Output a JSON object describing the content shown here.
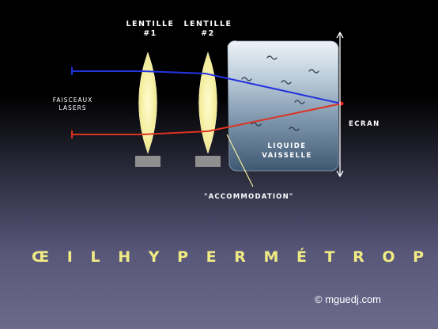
{
  "labels": {
    "lens1": "LENTILLE\n#1",
    "lens2": "LENTILLE\n#2",
    "lasers": "FAISCEAUX\nLASERS",
    "screen": "ECRAN",
    "liquid": "LIQUIDE\nVAISSELLE",
    "accommodation": "\"ACCOMMODATION\""
  },
  "title": "Œ I L   H Y P E R M É T R O P E",
  "credit": "© mguedj.com",
  "colors": {
    "background_top": "#000000",
    "background_bottom": "#6b6a8c",
    "laser_top": "#2233dd",
    "laser_bottom": "#dd3322",
    "lens_fill": "#f5f0a0",
    "title": "#f1eb83",
    "screen_arrow": "#ffffff",
    "accommodation_line": "#f5f0a0"
  },
  "icons": {
    "lens1": "biconvex-lens",
    "lens2": "biconvex-lens",
    "lens_base": "gray-stand",
    "liquid_tank": "water-tank-with-wave-symbols",
    "screen": "vertical-double-arrow"
  }
}
